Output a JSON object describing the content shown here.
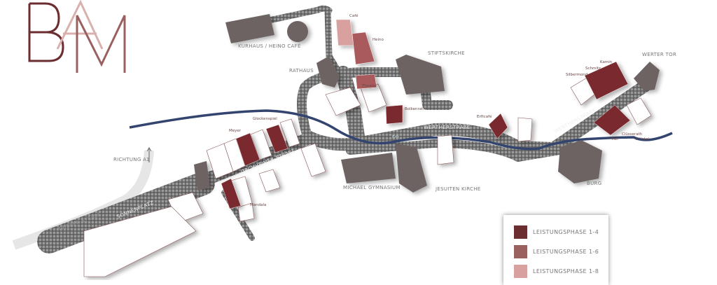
{
  "logo": {
    "text": "BAM",
    "letters": [
      "B",
      "A",
      "M"
    ]
  },
  "colors": {
    "phase_1_4": "#6b2d30",
    "phase_1_6": "#9a5f5f",
    "phase_1_8": "#d8a1a0",
    "river": "#33456e",
    "street": "#6f6f6f",
    "landmark": "#6e6464"
  },
  "landmarks": {
    "kurhaus": "KURHAUS / HEINO CAFÉ",
    "rathaus": "RATHAUS",
    "stiftskirche": "STIFTSKIRCHE",
    "werter_tor": "WERTER TOR",
    "michael_gymnasium": "MICHAEL GYMNASIUM",
    "jesuiten_kirche": "JESUITEN KIRCHE",
    "burg": "BURG",
    "richtung": "RICHTUNG A1"
  },
  "streets": {
    "trierer": "TRIERER STRAßE",
    "sonnenplatz": "SONNENPLATZ",
    "orchheimer": "ORCHHEIMER STRAßE",
    "werther1": "WERTHERSTRAßE",
    "werther2": "WERTHERSTRAßE",
    "river": "Erft"
  },
  "businesses": {
    "cafe": "Café",
    "heino": "Heino",
    "theater": "Theater",
    "bolkenrath": "Bolkenrath",
    "erftcafe": "Erftcafé",
    "glockenspiel": "Glockenspiel",
    "meyer": "Meyer",
    "mandala": "Mandala",
    "silbermond": "Silbermond",
    "schmitz": "Schmitz",
    "kamin": "Kamin",
    "tief": "Tief",
    "clusserath": "Clüsserath",
    "hotel": "+ Hotel"
  },
  "legend": [
    {
      "label": "LEISTUNGSPHASE 1-4",
      "color": "#6b2d30"
    },
    {
      "label": "LEISTUNGSPHASE 1-6",
      "color": "#9a5f5f"
    },
    {
      "label": "LEISTUNGSPHASE 1-8",
      "color": "#d8a1a0"
    }
  ]
}
